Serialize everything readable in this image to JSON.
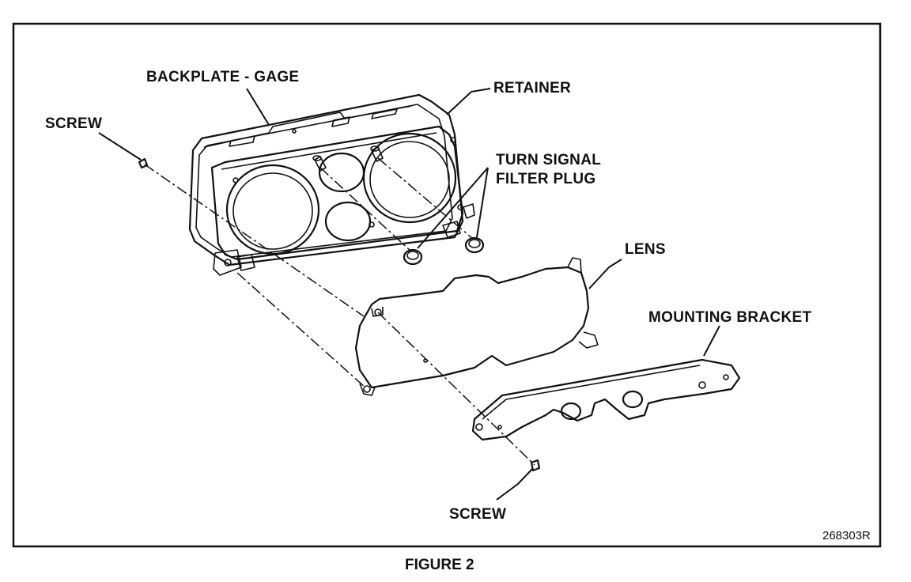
{
  "labels": {
    "backplate_gage": "BACKPLATE - GAGE",
    "retainer": "RETAINER",
    "screw_top": "SCREW",
    "turn_signal_line1": "TURN SIGNAL",
    "turn_signal_line2": "FILTER PLUG",
    "lens": "LENS",
    "mounting_bracket": "MOUNTING BRACKET",
    "screw_bottom": "SCREW"
  },
  "figure_id": "268303R",
  "caption": "FIGURE 2"
}
